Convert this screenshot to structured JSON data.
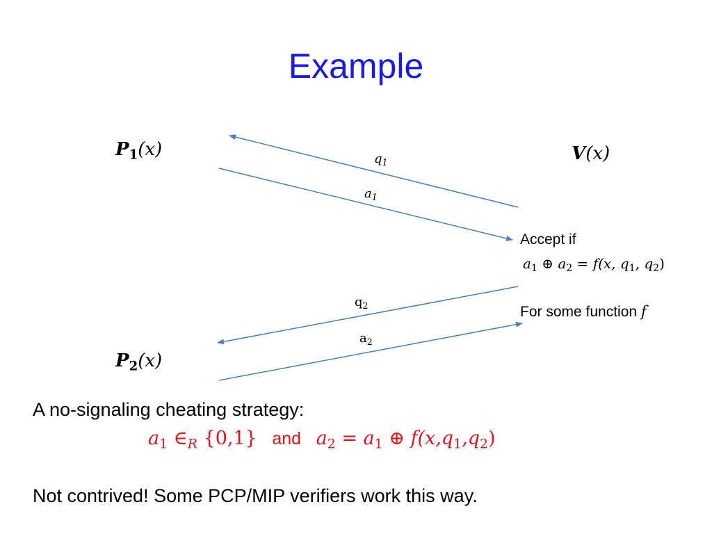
{
  "slide": {
    "title": "Example"
  },
  "diagram": {
    "p1": {
      "name": "P",
      "sub": "1",
      "arg": "(x)"
    },
    "p2": {
      "name": "P",
      "sub": "2",
      "arg": "(x)"
    },
    "verifier": {
      "name": "V",
      "arg": "(x)"
    },
    "messages": {
      "q1": {
        "sym": "q",
        "sub": "1"
      },
      "a1": {
        "sym": "a",
        "sub": "1"
      },
      "q2": {
        "sym": "q",
        "sub": "2"
      },
      "a2": {
        "sym": "a",
        "sub": "2"
      }
    },
    "accept": {
      "label": "Accept if",
      "a1": "a",
      "s1": "1",
      "xor": " ⊕ ",
      "a2": "a",
      "s2": "2",
      "eq": " = ",
      "f_open": "f(x, q",
      "sq1": "1",
      "comma": ", q",
      "sq2": "2",
      "close": ")"
    },
    "some_function": {
      "label": "For some function ",
      "f": "f"
    },
    "arrow_color": "#4a7ec0"
  },
  "text": {
    "strategy_label": "A no-signaling cheating strategy:",
    "formula": {
      "a1": "a",
      "s1": "1",
      "in": " ∈",
      "r": "R",
      "set": " {0,1}",
      "and": "and",
      "a2": "a",
      "s2": "2",
      "eq": " = ",
      "a1b": "a",
      "s1b": "1",
      "xor": " ⊕ ",
      "f_open": "f(x,q",
      "sq1": "1",
      "comma": ",q",
      "sq2": "2",
      "close": ")"
    },
    "note": "Not contrived! Some PCP/MIP verifiers work this way."
  }
}
